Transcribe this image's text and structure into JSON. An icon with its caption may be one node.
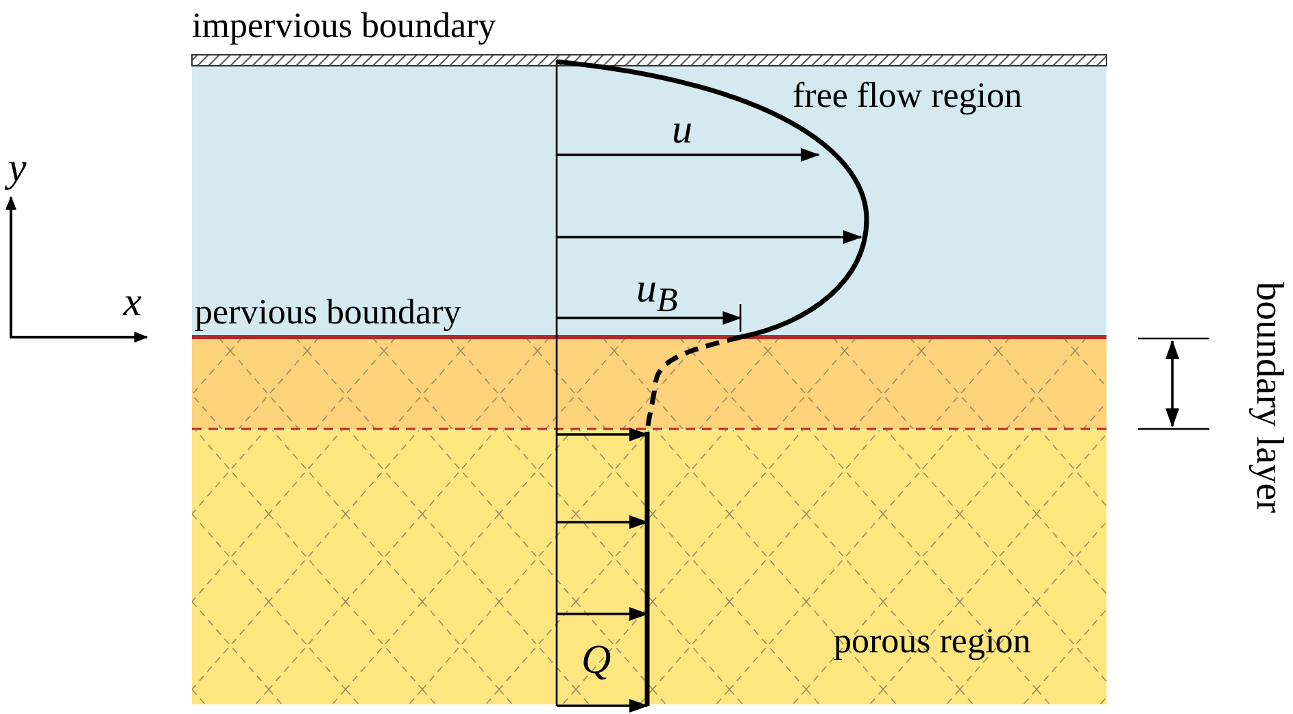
{
  "diagram": {
    "labels": [
      "impervious boundary",
      "free flow region",
      "y",
      "x",
      "u",
      "u$_{B}$",
      "pervious boundary",
      "boundary layer",
      "Q",
      "porous region"
    ]
  }
}
